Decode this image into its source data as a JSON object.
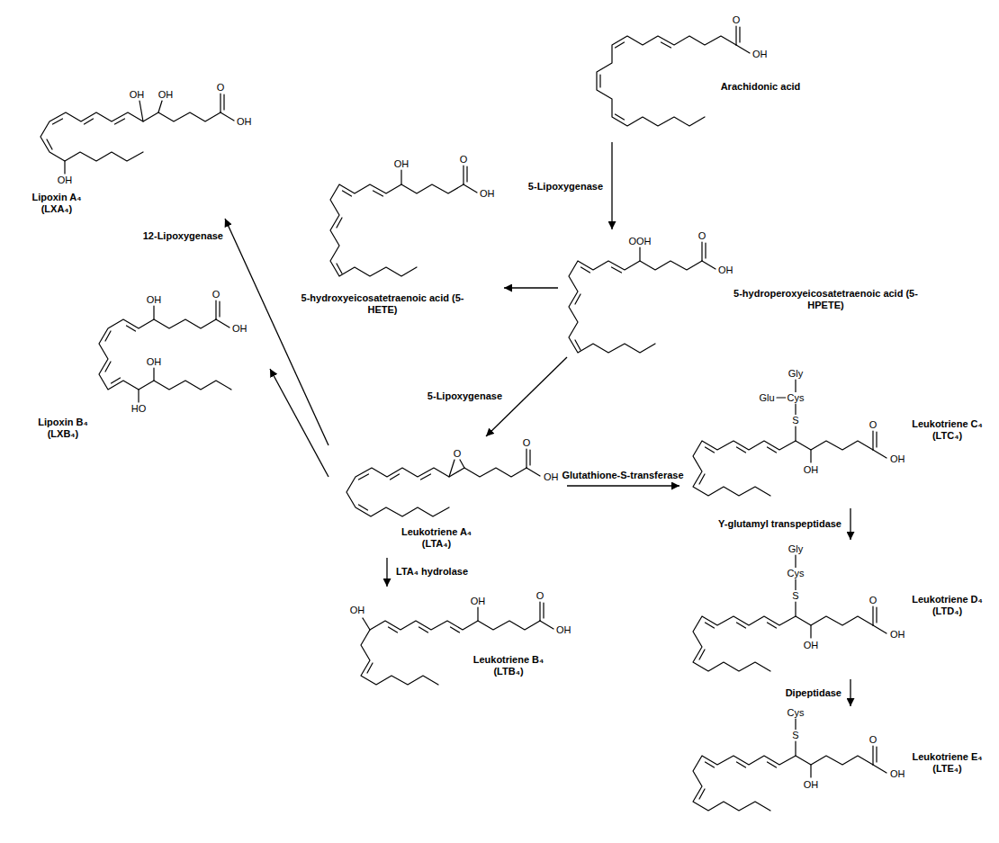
{
  "diagram": {
    "nodes": [
      {
        "text": [
          "Arachidonic acid"
        ]
      },
      {
        "text": [
          "5-hydroperoxyeicosatetraenoic acid (5-HPETE)"
        ]
      },
      {
        "text": [
          "5-hydroxyeicosatetraenoic acid (5-HETE)"
        ]
      },
      {
        "text": [
          "Lipoxin A₄ (LXA₄)"
        ]
      },
      {
        "text": [
          "Leukotriene A₄ (LTA₄)"
        ]
      },
      {
        "text": [
          "Leukotriene C₄ (LTC₄)"
        ]
      },
      {
        "text": [
          "Lipoxin B₄ (LXB₄)"
        ]
      },
      {
        "text": [
          "Leukotriene B₄ (LTB₄)"
        ]
      },
      {
        "text": [
          "Leukotriene D₄ (LTD₄)"
        ]
      },
      {
        "text": [
          "Leukotriene E₄ (LTE₄)"
        ]
      }
    ],
    "edges": [
      {
        "from": 0,
        "to": 1,
        "arrow": "to",
        "label": "5-Lipoxygenase"
      },
      {
        "from": 1,
        "to": 2,
        "arrow": "to"
      },
      {
        "from": 1,
        "to": 4,
        "arrow": "to",
        "label": "5-Lipoxygenase"
      },
      {
        "from": 4,
        "to": 3,
        "arrow": "to",
        "label": "12-Lipoxygenase"
      },
      {
        "from": 4,
        "to": 6,
        "arrow": "to"
      },
      {
        "from": 4,
        "to": 7,
        "arrow": "to",
        "label": "LTA₄ hydrolase"
      },
      {
        "from": 4,
        "to": 5,
        "arrow": "to",
        "label": "Glutathione-S-transferase"
      },
      {
        "from": 5,
        "to": 8,
        "arrow": "to",
        "label": "Y-glutamyl transpeptidase"
      },
      {
        "from": 8,
        "to": 9,
        "arrow": "to",
        "label": "Dipeptidase"
      }
    ],
    "labels": [
      "O",
      "OH",
      "O",
      "OH",
      "OOH",
      "OH",
      "O",
      "OH",
      "OH",
      "OH",
      "O",
      "OH",
      "OH",
      "O",
      "O",
      "OH",
      "OH",
      "O",
      "OH",
      "HO",
      "OH",
      "OH",
      "OH",
      "O",
      "OH",
      "Gly",
      "Glu",
      "Cys",
      "S",
      "OH",
      "O",
      "OH",
      "Gly",
      "Cys",
      "S",
      "OH",
      "O",
      "OH",
      "Cys",
      "S",
      "OH",
      "O",
      "OH"
    ]
  }
}
